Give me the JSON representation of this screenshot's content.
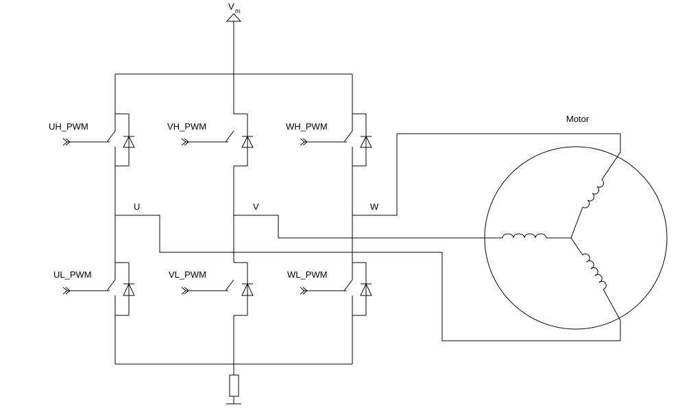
{
  "supply": {
    "label": "V",
    "subscript": "m"
  },
  "motor": {
    "label": "Motor"
  },
  "phases": {
    "u": "U",
    "v": "V",
    "w": "W"
  },
  "gate_signals": {
    "uh": "UH_PWM",
    "vh": "VH_PWM",
    "wh": "WH_PWM",
    "ul": "UL_PWM",
    "vl": "VL_PWM",
    "wl": "WL_PWM"
  }
}
